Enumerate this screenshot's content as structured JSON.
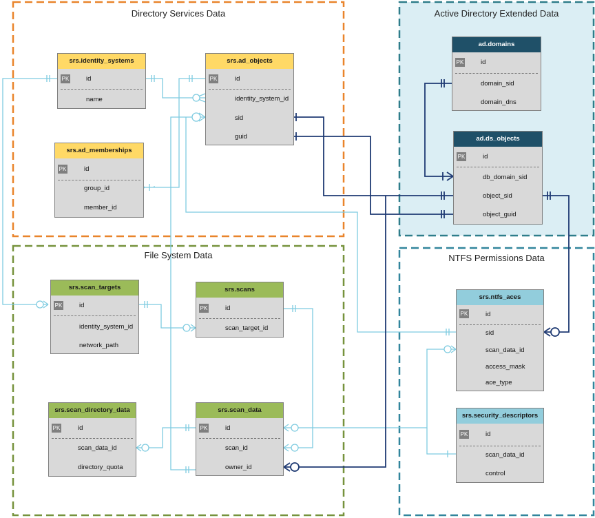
{
  "regions": {
    "directory": "Directory Services Data",
    "active_directory": "Active Directory Extended Data",
    "file_system": "File System Data",
    "ntfs": "NTFS Permissions Data"
  },
  "pk_label": "PK",
  "colors": {
    "orange_border": "#e9842b",
    "ad_border": "#2e7d8a",
    "ad_fill": "#dbeef4",
    "green_border": "#76923c",
    "ntfs_border": "#31859c",
    "light_line": "#7ecbe0",
    "dark_line": "#1f3a73"
  },
  "entities": {
    "identity_systems": {
      "title": "srs.identity_systems",
      "pk": "id",
      "fields": [
        "name"
      ]
    },
    "ad_objects": {
      "title": "srs.ad_objects",
      "pk": "id",
      "fields": [
        "identity_system_id",
        "sid",
        "guid"
      ]
    },
    "ad_memberships": {
      "title": "srs.ad_memberships",
      "pk": "id",
      "fields": [
        "group_id",
        "member_id"
      ]
    },
    "ad_domains": {
      "title": "ad.domains",
      "pk": "id",
      "fields": [
        "domain_sid",
        "domain_dns"
      ]
    },
    "ad_ds_objects": {
      "title": "ad.ds_objects",
      "pk": "id",
      "fields": [
        "db_domain_sid",
        "object_sid",
        "object_guid"
      ]
    },
    "scan_targets": {
      "title": "srs.scan_targets",
      "pk": "id",
      "fields": [
        "identity_system_id",
        "network_path"
      ]
    },
    "scans": {
      "title": "srs.scans",
      "pk": "id",
      "fields": [
        "scan_target_id"
      ]
    },
    "scan_directory_data": {
      "title": "srs.scan_directory_data",
      "pk": "id",
      "fields": [
        "scan_data_id",
        "directory_quota"
      ]
    },
    "scan_data": {
      "title": "srs.scan_data",
      "pk": "id",
      "fields": [
        "scan_id",
        "owner_id"
      ]
    },
    "ntfs_aces": {
      "title": "srs.ntfs_aces",
      "pk": "id",
      "fields": [
        "sid",
        "scan_data_id",
        "access_mask",
        "ace_type"
      ]
    },
    "security_descriptors": {
      "title": "srs.security_descriptors",
      "pk": "id",
      "fields": [
        "scan_data_id",
        "control"
      ]
    }
  }
}
